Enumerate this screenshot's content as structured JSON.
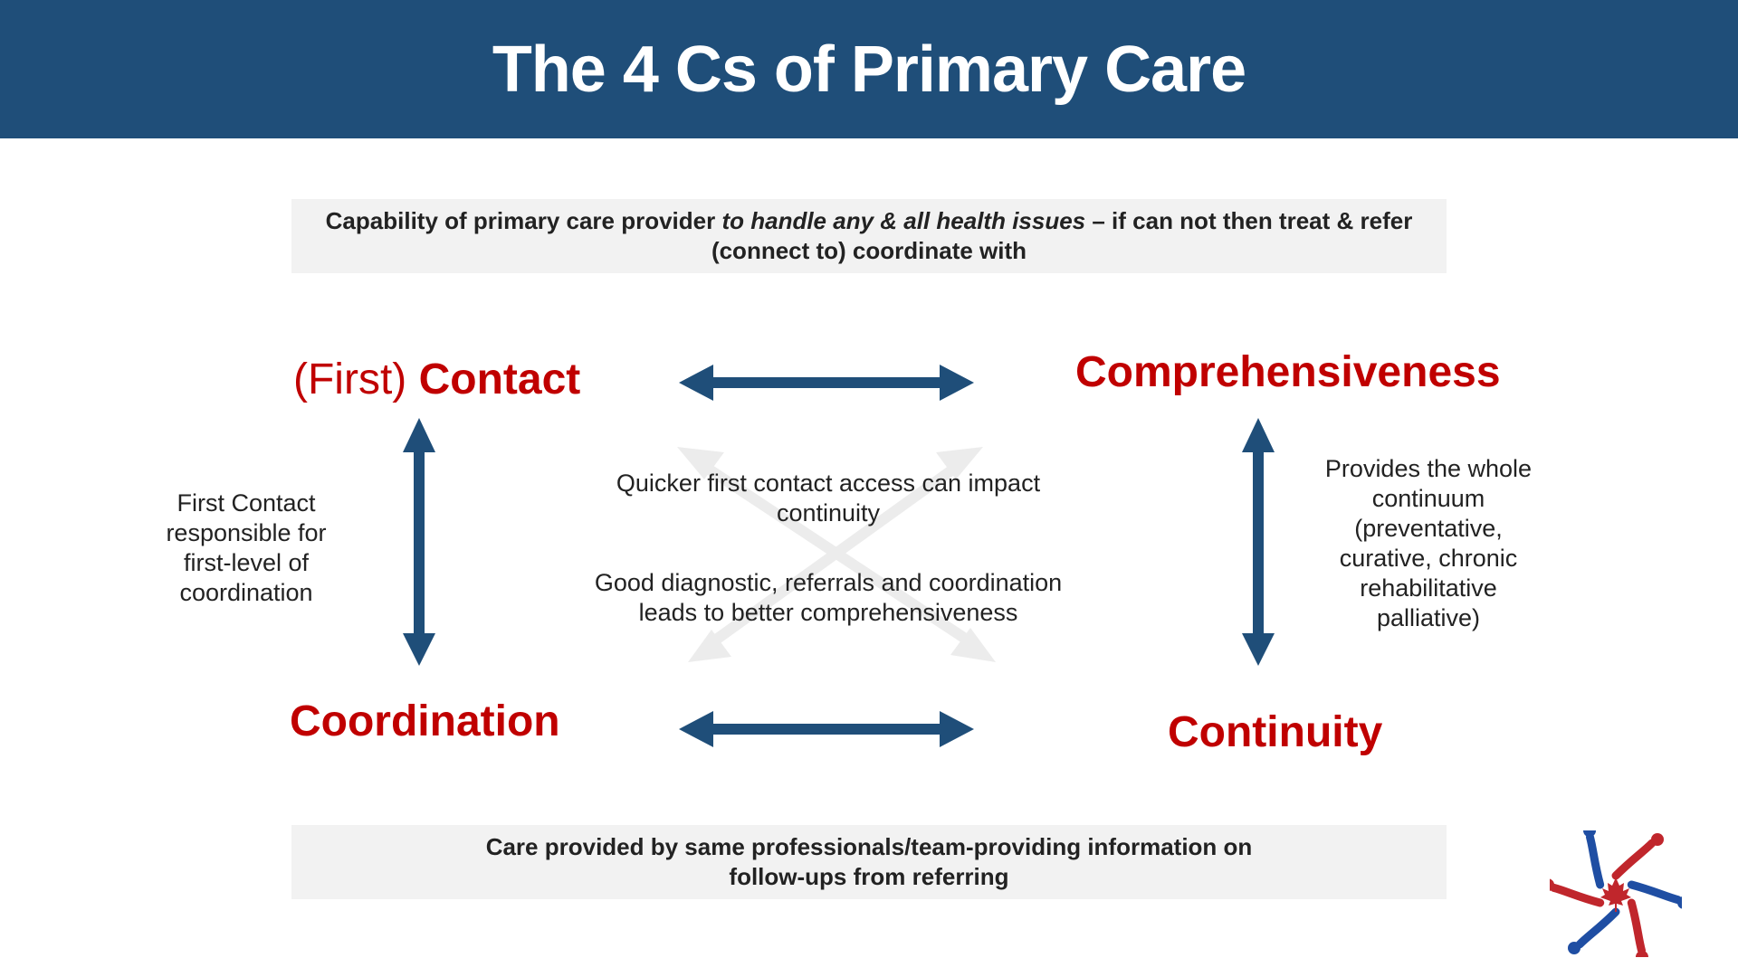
{
  "title": "The 4 Cs of Primary Care",
  "top_note": {
    "part1": "Capability of primary care provider ",
    "emphasis": "to handle any & all health issues",
    "part2": " – if can not then treat & refer",
    "line2": "(connect to) coordinate with"
  },
  "nodes": {
    "contact_prefix": "(First)",
    "contact": "Contact",
    "comprehensiveness": "Comprehensiveness",
    "coordination": "Coordination",
    "continuity": "Continuity"
  },
  "left_text": [
    "First Contact",
    "responsible for",
    "first-level of",
    "coordination"
  ],
  "right_text": [
    "Provides the whole",
    "continuum",
    "(preventative,",
    "curative, chronic",
    "rehabilitative",
    "palliative)"
  ],
  "center_text_1": [
    "Quicker first contact access can impact",
    "continuity"
  ],
  "center_text_2": [
    "Good diagnostic, referrals and coordination",
    "leads to better comprehensiveness"
  ],
  "bottom_note": [
    "Care provided by same professionals/team-providing information on",
    "follow-ups from referring"
  ],
  "colors": {
    "title_bar": "#1f4e79",
    "node_text": "#c00000",
    "arrow": "#1f4e79",
    "faint_arrow": "#ececec",
    "note_bg": "#f2f2f2"
  },
  "logo_icon": "maple-leaf-people-logo-icon"
}
